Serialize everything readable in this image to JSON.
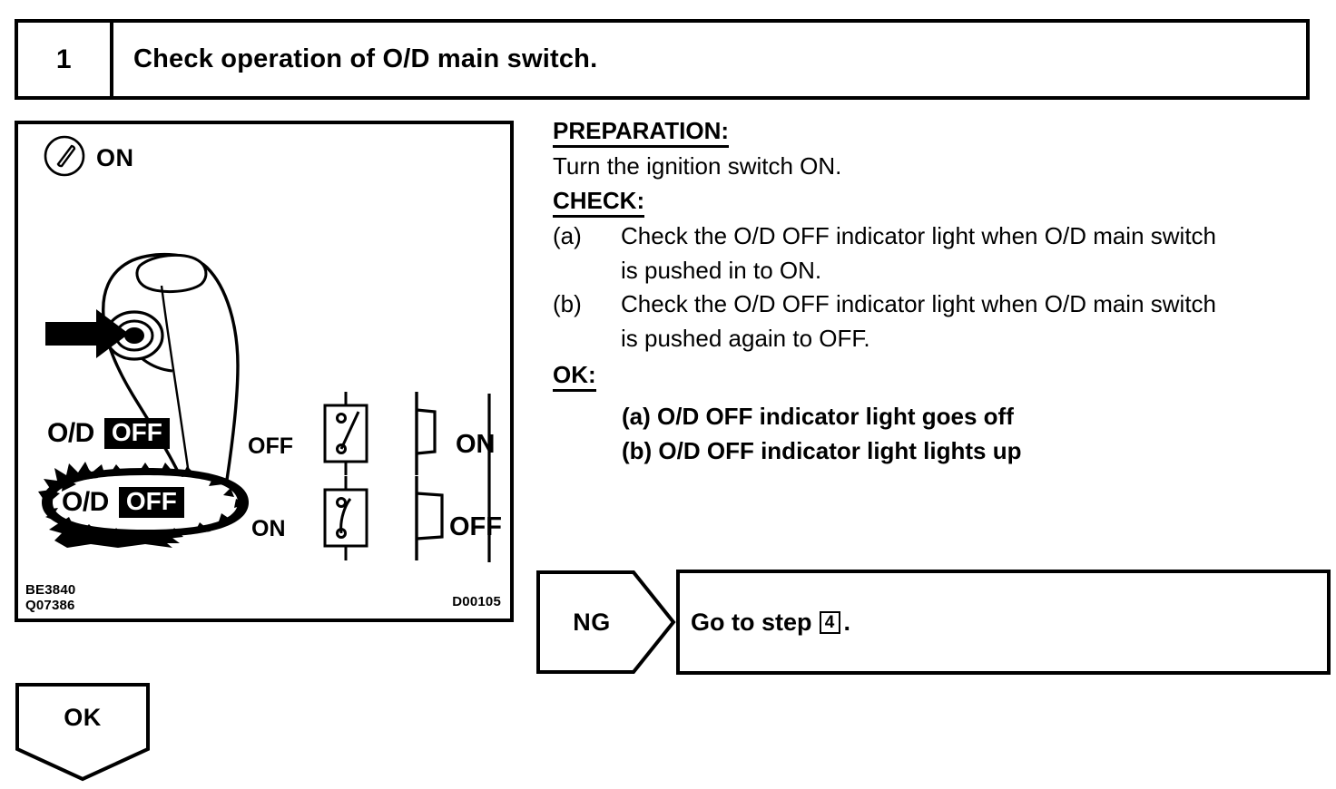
{
  "step_header": {
    "number": "1",
    "title": "Check operation of O/D main switch."
  },
  "illustration": {
    "ignition_icon_name": "ignition-key-icon",
    "ignition_label": "ON",
    "shift_lever_icon_name": "shift-lever-knob-illustration",
    "arrow_icon_name": "press-arrow-icon",
    "indicators": [
      {
        "prefix": "O/D",
        "state": "OFF",
        "lit": "false"
      },
      {
        "prefix": "O/D",
        "state": "OFF",
        "lit": "true"
      }
    ],
    "switch_diagram": {
      "rows": [
        {
          "left_label": "OFF",
          "right_label": "ON"
        },
        {
          "left_label": "ON",
          "right_label": "OFF"
        }
      ]
    },
    "figure_code_left_1": "BE3840",
    "figure_code_left_2": "Q07386",
    "figure_code_right": "D00105"
  },
  "instructions": {
    "preparation_heading": "PREPARATION:",
    "preparation_text": "Turn the ignition switch ON.",
    "check_heading": "CHECK:",
    "check_items": [
      {
        "marker": "(a)",
        "line1": "Check the O/D OFF indicator light when O/D main switch",
        "line2": "is pushed in to ON."
      },
      {
        "marker": "(b)",
        "line1": "Check the O/D OFF indicator light when O/D main switch",
        "line2": "is pushed again to OFF."
      }
    ],
    "ok_heading": "OK:",
    "ok_items": [
      "(a) O/D OFF indicator light goes off",
      "(b) O/D OFF indicator light lights up"
    ]
  },
  "ng_branch": {
    "tag_label": "NG",
    "result_prefix": "Go to step",
    "result_step": "4",
    "result_suffix": "."
  },
  "ok_branch": {
    "tag_label": "OK"
  },
  "colors": {
    "ink": "#000000",
    "paper": "#ffffff"
  }
}
